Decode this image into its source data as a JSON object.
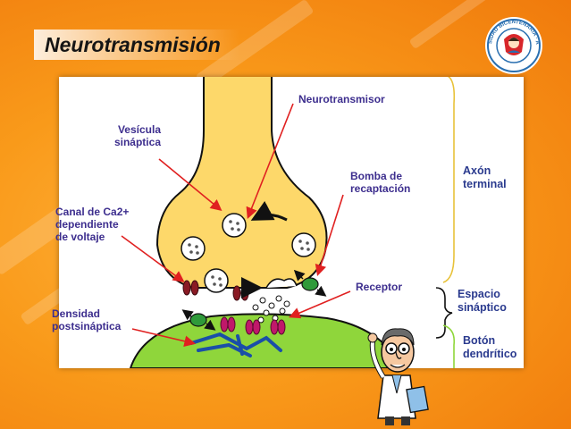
{
  "slide": {
    "title": "Neurotransmisión",
    "seal_text": "UNIVERSIDAD BICENTENARIA · ARAGUA"
  },
  "diagram": {
    "labels": {
      "vesicula": "Vesícula\nsináptica",
      "neurotransmisor": "Neurotransmisor",
      "bomba": "Bomba de\nrecaptación",
      "canal": "Canal de Ca2+\ndependiente\nde voltaje",
      "receptor": "Receptor",
      "densidad": "Densidad\npostsináptica"
    },
    "regions": {
      "axon": "Axón\nterminal",
      "espacio": "Espacio\nsináptico",
      "boton": "Botón\ndendrítico"
    }
  },
  "colors": {
    "axon_fill": "#fdd86a",
    "dendrite_fill": "#8fd63b",
    "arrow": "#e02020",
    "channel": "#8a1a24",
    "receptor": "#c0186a",
    "pump": "#2f9a3a",
    "label_text": "#3d2e8e"
  }
}
